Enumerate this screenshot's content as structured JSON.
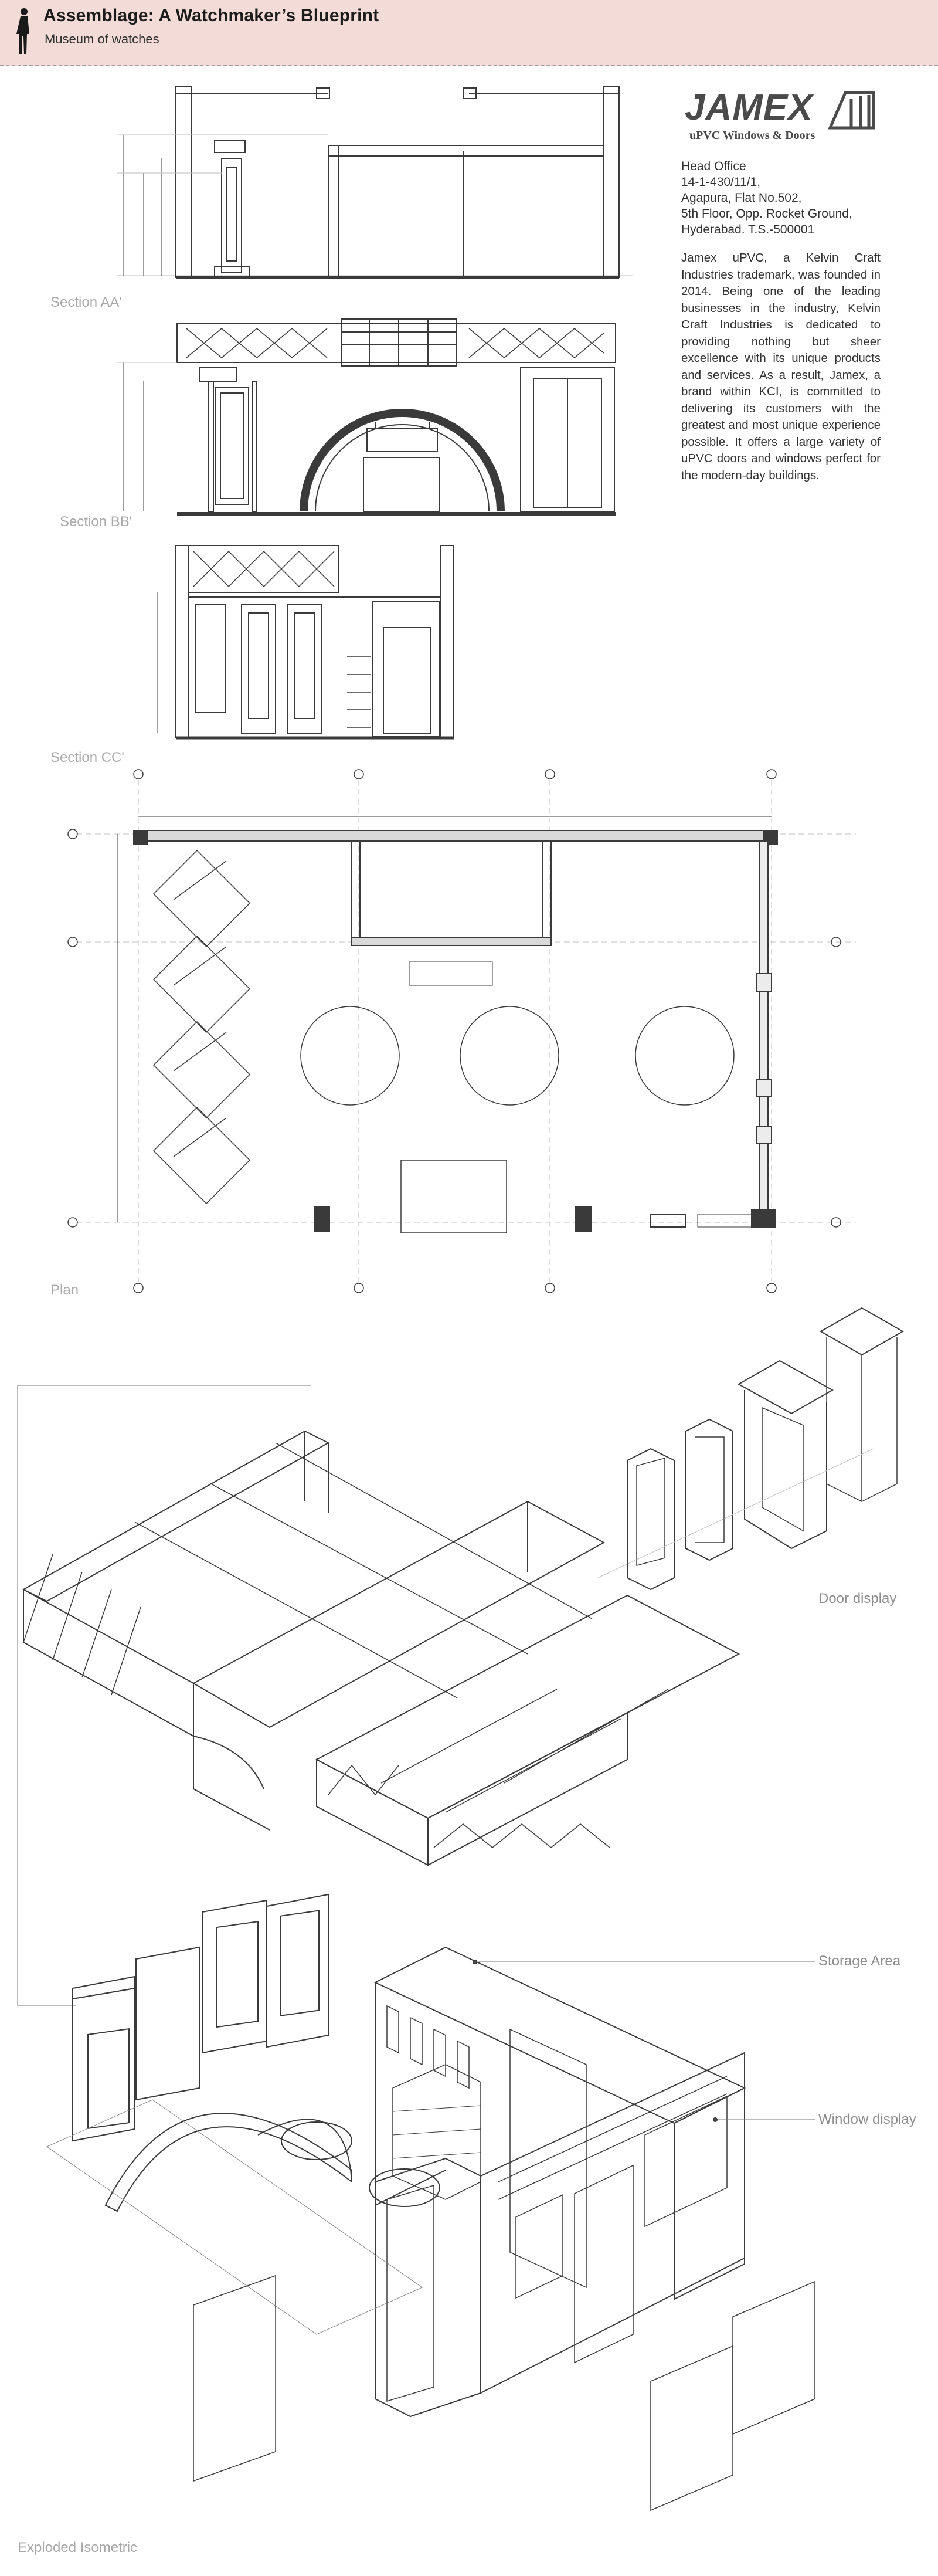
{
  "header": {
    "title": "Assemblage: A Watchmaker’s Blueprint",
    "subtitle": "Museum of watches",
    "icon": "standing-figure-icon"
  },
  "brand": {
    "logo_text": "JAMEX",
    "tagline": "uPVC Windows & Doors",
    "address": [
      "Head Office",
      "14-1-430/11/1,",
      "Agapura, Flat No.502,",
      "5th Floor, Opp. Rocket Ground,",
      "Hyderabad. T.S.-500001"
    ],
    "about": "Jamex uPVC, a Kelvin Craft Industries trademark, was founded in 2014. Being one of the leading businesses in the industry, Kelvin Craft Industries is dedicated to providing nothing but sheer excellence with its unique products and services. As a result, Jamex, a brand within KCI, is committed to delivering its customers with the greatest and most unique experience possible. It offers a large variety of uPVC doors and windows perfect for the modern-day buildings."
  },
  "captions": {
    "section_aa": "Section AA'",
    "section_bb": "Section BB'",
    "section_cc": "Section CC'",
    "plan": "Plan",
    "isometric": "Exploded Isometric"
  },
  "callouts": {
    "door_display": "Door display",
    "storage_area": "Storage Area",
    "window_display": "Window display"
  },
  "colors": {
    "header_bg": "#f3dcd7",
    "line": "#3a3a3a",
    "caption": "#a9a9a9"
  }
}
